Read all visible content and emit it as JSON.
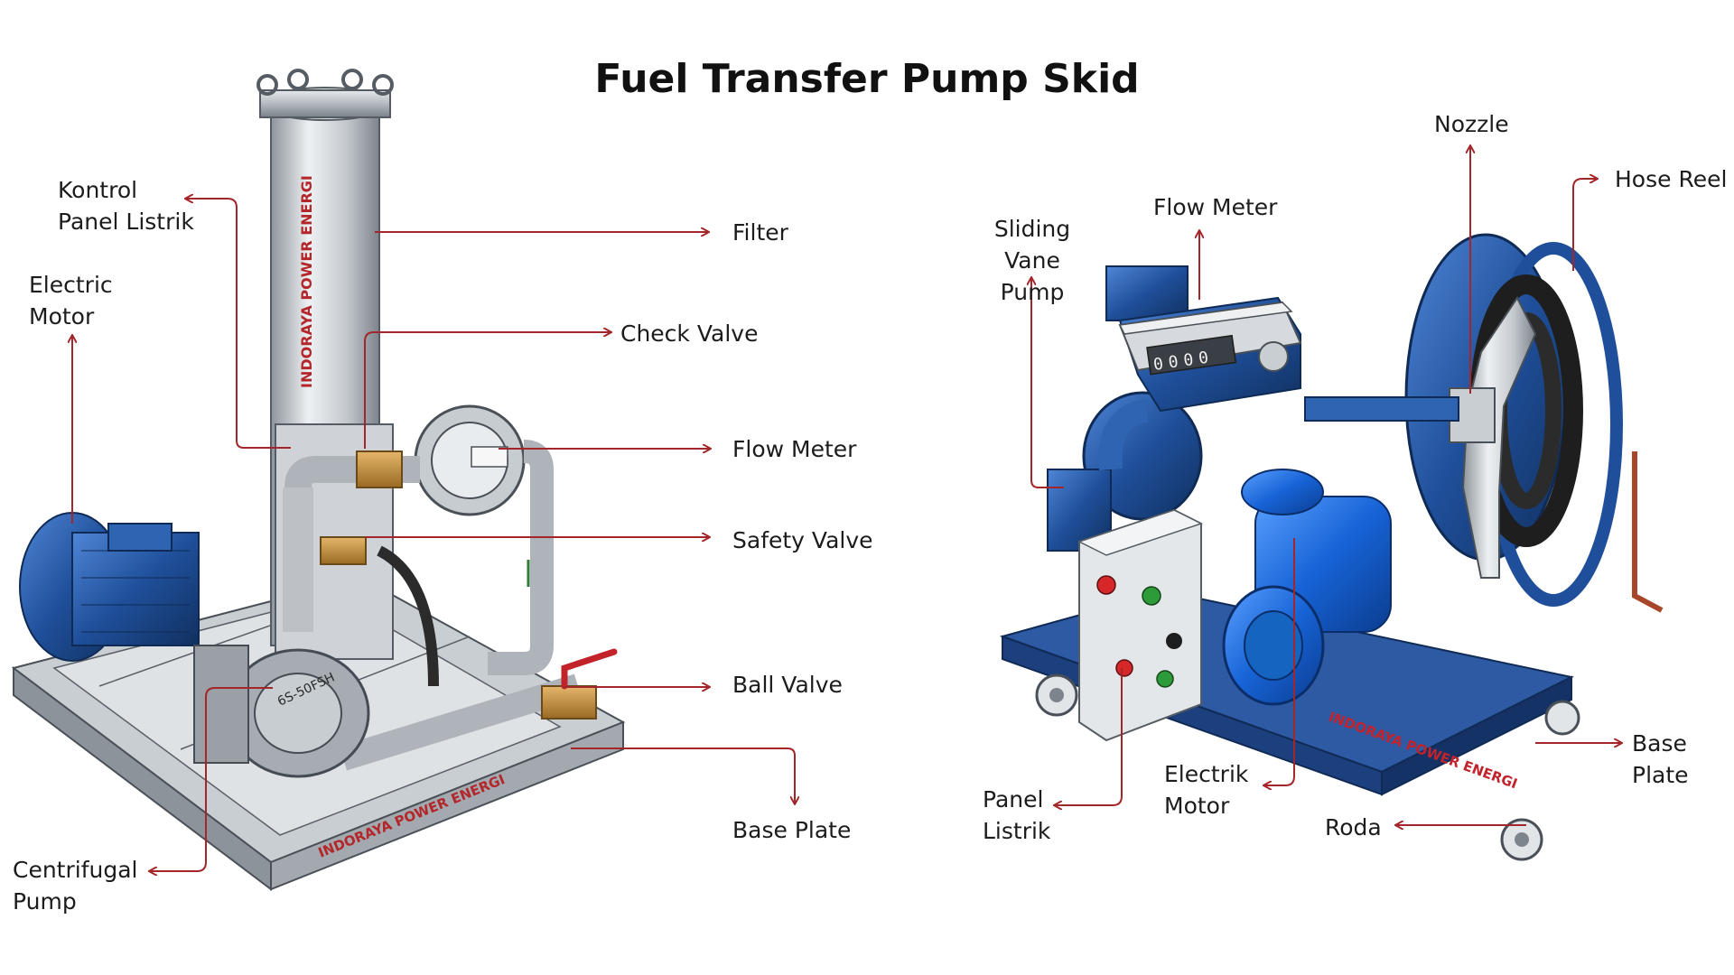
{
  "title": "Fuel Transfer Pump Skid",
  "colors": {
    "leader": "#a3262a",
    "steel": "#b9bec3",
    "blue": "#1f4f9a",
    "brass": "#c08a3a",
    "text": "#1c1c1c"
  },
  "left_unit": {
    "brand_vertical": "INDORAYA POWER ENERGI",
    "brand_base": "INDORAYA POWER ENERGI",
    "pump_marking": "6S-50FSH",
    "labels": {
      "kontrol_panel_listrik": "Kontrol\nPanel Listrik",
      "electric_motor": "Electric\nMotor",
      "filter": "Filter",
      "check_valve": "Check Valve",
      "flow_meter": "Flow Meter",
      "safety_valve": "Safety Valve",
      "ball_valve": "Ball Valve",
      "base_plate": "Base Plate",
      "centrifugal_pump": "Centrifugal\nPump"
    }
  },
  "right_unit": {
    "brand_base": "INDORAYA POWER ENERGI",
    "meter_digits": "0000",
    "labels": {
      "nozzle": "Nozzle",
      "hose_reel": "Hose Reel",
      "flow_meter": "Flow Meter",
      "sliding_vane_pump": "Sliding Vane\nPump",
      "base_plate": "Base\nPlate",
      "electrik_motor": "Electrik\nMotor",
      "panel_listrik": "Panel\nListrik",
      "roda": "Roda"
    }
  }
}
